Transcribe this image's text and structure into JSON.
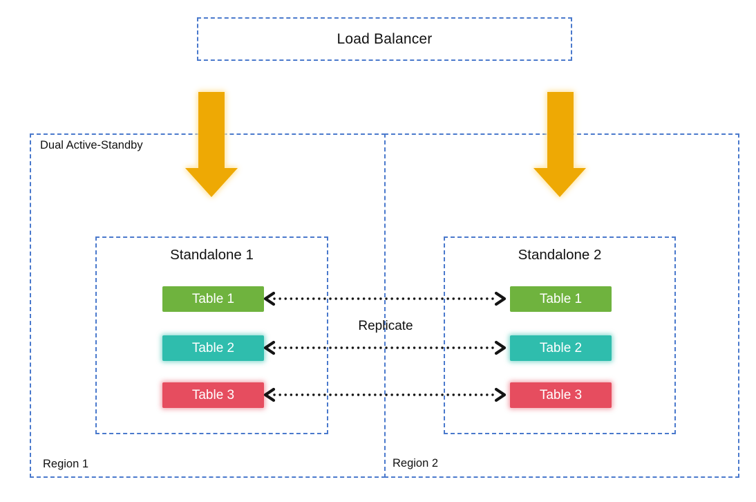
{
  "load_balancer": {
    "label": "Load Balancer"
  },
  "deployment_mode_label": "Dual Active-Standby",
  "replicate_label": "Replicate",
  "regions": [
    {
      "label": "Region 1",
      "standalone": {
        "title": "Standalone 1",
        "tables": [
          "Table 1",
          "Table 2",
          "Table 3"
        ]
      }
    },
    {
      "label": "Region 2",
      "standalone": {
        "title": "Standalone 2",
        "tables": [
          "Table 1",
          "Table 2",
          "Table 3"
        ]
      }
    }
  ],
  "colors": {
    "dashed_border_blue": "#4A79CC",
    "table1_green": "#6FB33E",
    "table2_teal": "#2FBDAD",
    "table3_red": "#E64D5F",
    "flow_arrow_gold": "#EEA904",
    "replication_arrow_black": "#141414"
  }
}
